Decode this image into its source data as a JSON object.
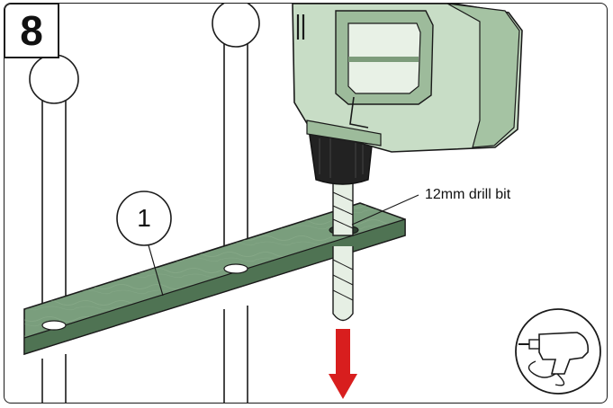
{
  "step": {
    "number": "8"
  },
  "callouts": [
    {
      "number": "1"
    }
  ],
  "labels": {
    "drill_bit": "12mm drill bit"
  },
  "icons": [
    "drill-icon",
    "down-arrow-icon"
  ],
  "colors": {
    "wood": "#6c8f70",
    "wood_dark": "#3e5e45",
    "drill_body": "#c8ddc6",
    "drill_shadow": "#8fae8d",
    "arrow": "#d81e1e"
  }
}
